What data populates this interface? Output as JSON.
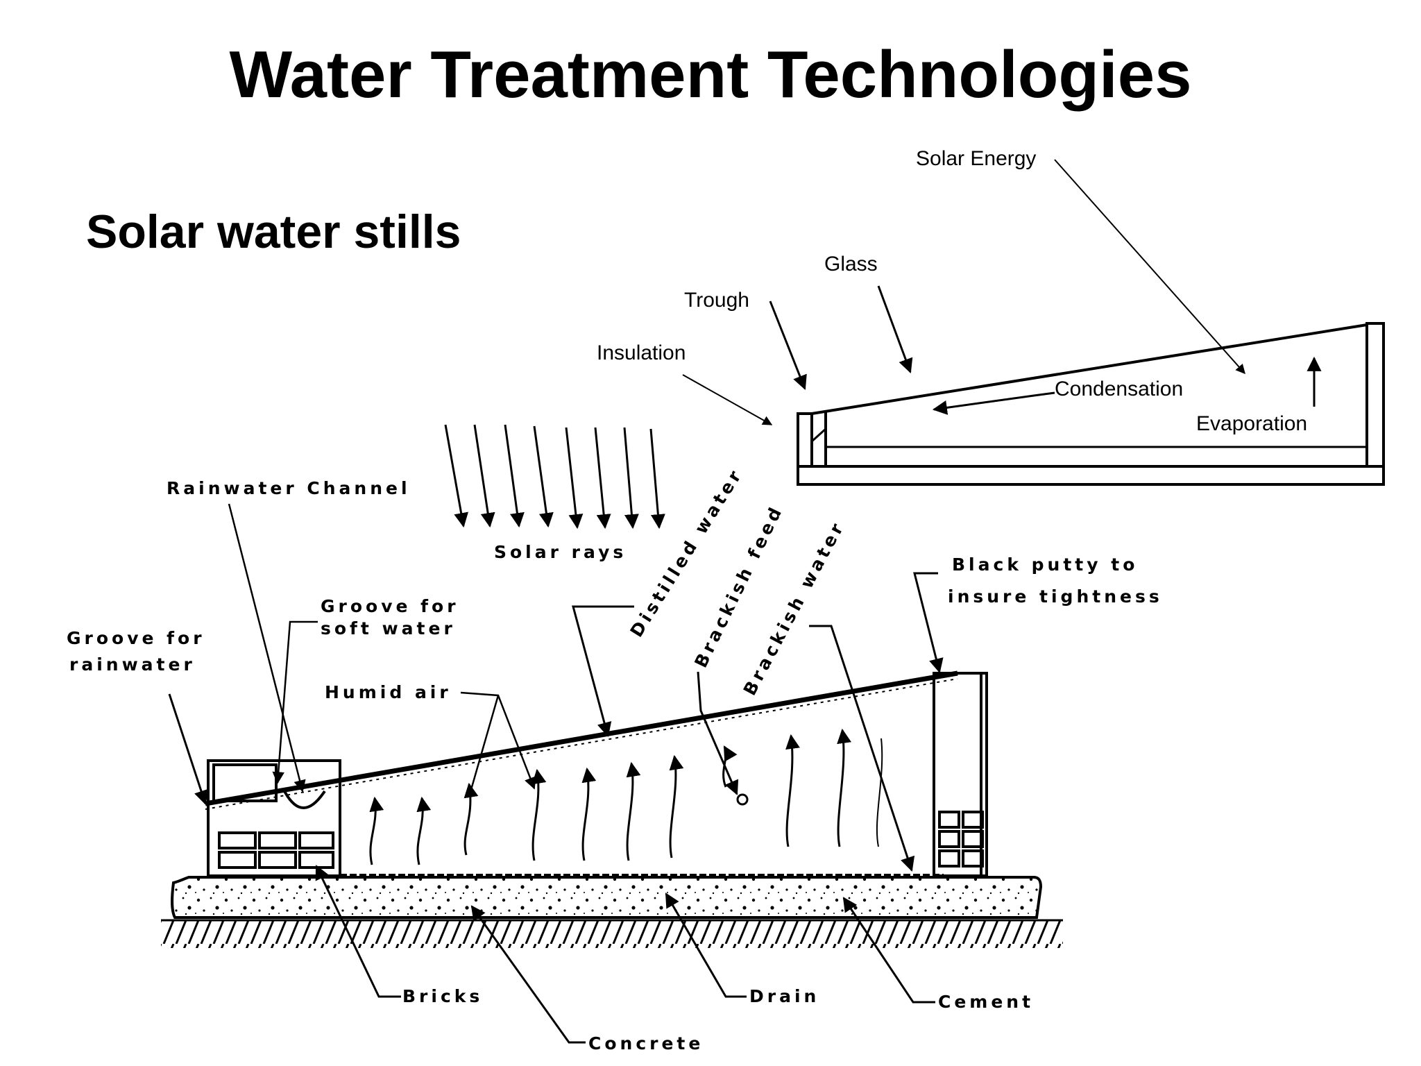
{
  "slide": {
    "title": "Water Treatment Technologies",
    "subtitle": "Solar water stills"
  },
  "top_diagram": {
    "labels": {
      "solar_energy": "Solar Energy",
      "glass": "Glass",
      "trough": "Trough",
      "insulation": "Insulation",
      "condensation": "Condensation",
      "evaporation": "Evaporation"
    }
  },
  "bottom_diagram": {
    "labels": {
      "rainwater_channel": "Rainwater Channel",
      "solar_rays": "Solar rays",
      "distilled_water": "Distilled water",
      "brackish_feed": "Brackish feed",
      "brackish_water": "Brackish water",
      "black_putty_line1": "Black putty to",
      "black_putty_line2": "insure tightness",
      "groove_soft_line1": "Groove for",
      "groove_soft_line2": "soft water",
      "groove_rain_line1": "Groove for",
      "groove_rain_line2": "rainwater",
      "humid_air": "Humid air",
      "bricks": "Bricks",
      "drain": "Drain",
      "cement": "Cement",
      "concrete": "Concrete"
    }
  }
}
